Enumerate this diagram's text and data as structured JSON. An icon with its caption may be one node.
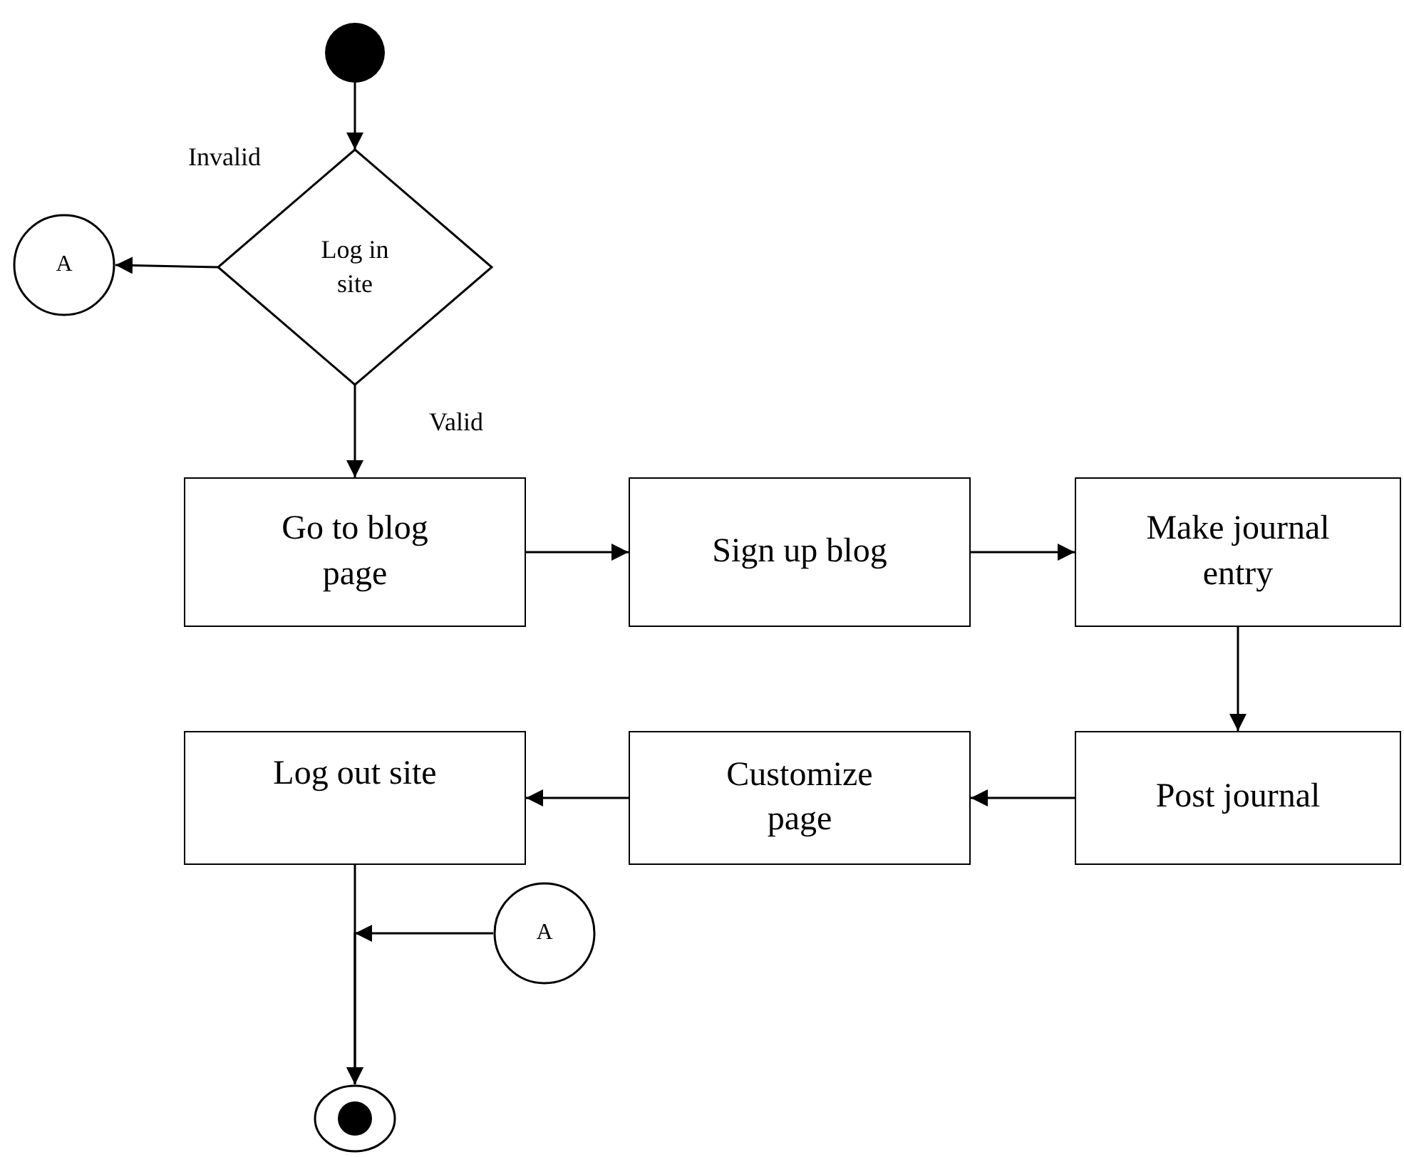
{
  "diagram": {
    "nodes": [
      {
        "text": [],
        "shape": "circle"
      },
      {
        "text": [
          "Log in site"
        ]
      },
      {
        "text": [
          "A"
        ]
      },
      {
        "text": [
          "Go to blog page"
        ]
      },
      {
        "text": [
          "Sign up blog"
        ]
      },
      {
        "text": [
          "Make journal entry"
        ]
      },
      {
        "text": [
          "Post journal"
        ]
      },
      {
        "text": [
          "Customize page"
        ]
      },
      {
        "text": [
          "Log out site"
        ]
      },
      {
        "text": [
          "A"
        ]
      },
      {
        "text": [],
        "shape": "circle"
      }
    ],
    "edges": [
      {
        "from": 0,
        "to": 1,
        "arrow": "to"
      },
      {
        "from": 1,
        "to": 2,
        "arrow": "to",
        "label": "Invalid"
      },
      {
        "from": 1,
        "to": 3,
        "arrow": "to",
        "label": "Valid"
      },
      {
        "from": 3,
        "to": 4,
        "arrow": "to"
      },
      {
        "from": 4,
        "to": 5,
        "arrow": "to"
      },
      {
        "from": 5,
        "to": 6,
        "arrow": "to"
      },
      {
        "from": 6,
        "to": 7,
        "arrow": "to"
      },
      {
        "from": 7,
        "to": 8,
        "arrow": "to"
      },
      {
        "from": 8,
        "to": 10,
        "arrow": "to"
      },
      {
        "from": 9,
        "to": 10,
        "arrow": "to"
      }
    ]
  }
}
